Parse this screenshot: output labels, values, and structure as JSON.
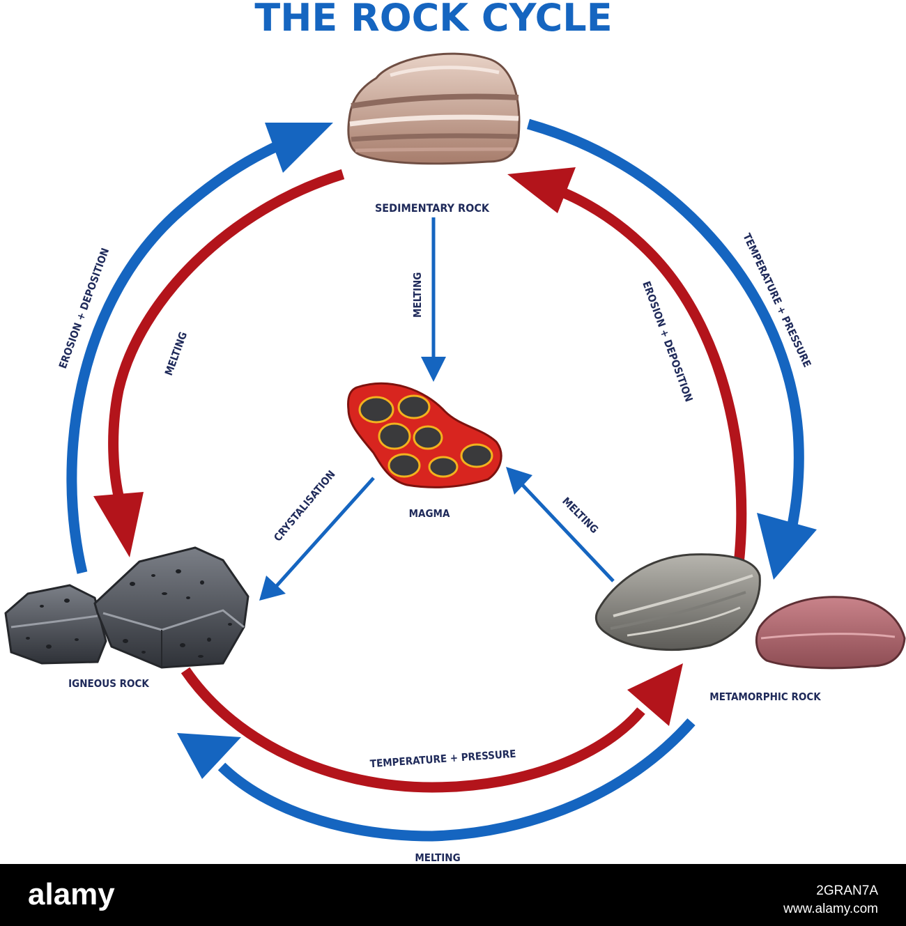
{
  "title": "THE ROCK CYCLE",
  "nodes": {
    "sedimentary": "SEDIMENTARY ROCK",
    "magma": "MAGMA",
    "igneous": "IGNEOUS ROCK",
    "metamorphic": "METAMORPHIC ROCK"
  },
  "edges": {
    "igneous_to_sedimentary": "EROSION + DEPOSITION",
    "sedimentary_to_igneous": "MELTING",
    "sedimentary_to_magma": "MELTING",
    "sedimentary_to_metamorphic": "TEMPERATURE + PRESSURE",
    "metamorphic_to_sedimentary": "EROSION + DEPOSITION",
    "magma_to_igneous": "CRYSTALISATION",
    "metamorphic_to_magma": "MELTING",
    "igneous_to_metamorphic": "TEMPERATURE + PRESSURE",
    "metamorphic_to_igneous": "MELTING"
  },
  "colors": {
    "blue_arrow": "#1565c0",
    "red_arrow": "#b3141b",
    "label": "#1f2a5a"
  },
  "watermark": {
    "logo": "alamy",
    "image_id": "2GRAN7A",
    "site": "www.alamy.com"
  }
}
